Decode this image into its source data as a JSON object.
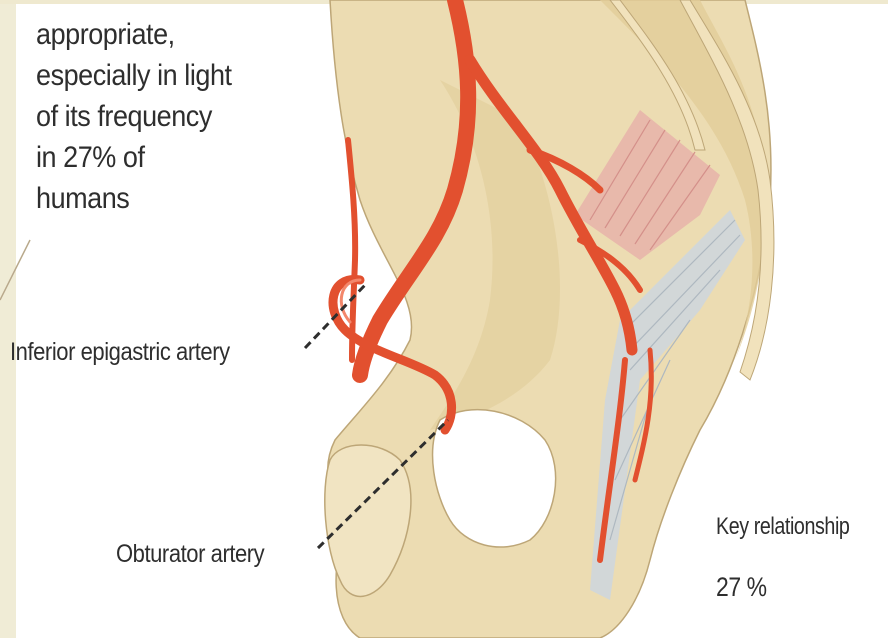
{
  "body_text": {
    "lines": [
      "appropriate,",
      "especially in light",
      "of its frequency",
      "in 27% of",
      "humans"
    ]
  },
  "labels": {
    "inferior_epigastric": "Inferior epigastric artery",
    "obturator": "Obturator artery",
    "key_relationship": "Key relationship",
    "percentage": "27 %"
  },
  "colors": {
    "bone": "#ecdcb2",
    "bone_outline": "#bda677",
    "artery": "#e2502f",
    "ligament": "#cfd6dc",
    "muscle": "#e7b3a9",
    "text": "#2e2e2e"
  }
}
